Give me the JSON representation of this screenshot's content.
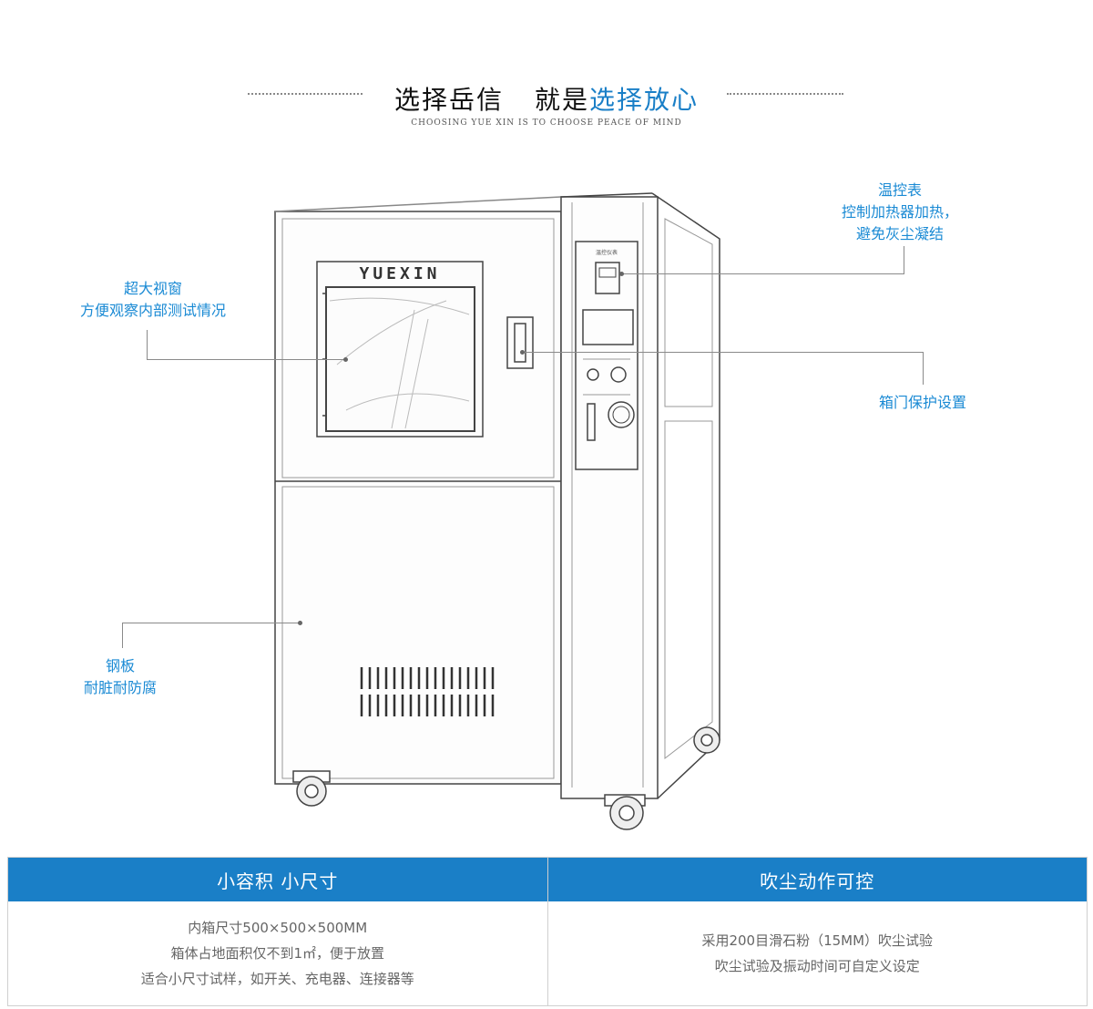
{
  "header": {
    "title_part1": "选择岳信",
    "title_part2": "就是",
    "title_highlight": "选择放心",
    "subtitle": "CHOOSING YUE XIN IS TO CHOOSE PEACE OF MIND"
  },
  "product": {
    "brand": "YUEXIN",
    "controller_label": "温控仪表"
  },
  "annotations": {
    "window": {
      "line1": "超大视窗",
      "line2": "方便观察内部测试情况"
    },
    "thermostat": {
      "line1": "温控表",
      "line2": "控制加热器加热，",
      "line3": "避免灰尘凝结"
    },
    "door": {
      "line1": "箱门保护设置"
    },
    "steel": {
      "line1": "钢板",
      "line2": "耐脏耐防腐"
    }
  },
  "features": [
    {
      "title": "小容积 小尺寸",
      "lines": [
        "内箱尺寸500×500×500MM",
        "箱体占地面积仅不到1㎡，便于放置",
        "适合小尺寸试样，如开关、充电器、连接器等"
      ]
    },
    {
      "title": "吹尘动作可控",
      "lines": [
        "采用200目滑石粉（15MM）吹尘试验",
        "吹尘试验及振动时间可自定义设定"
      ]
    }
  ],
  "colors": {
    "accent": "#1a7fc7",
    "annotation": "#1a8ad4"
  }
}
